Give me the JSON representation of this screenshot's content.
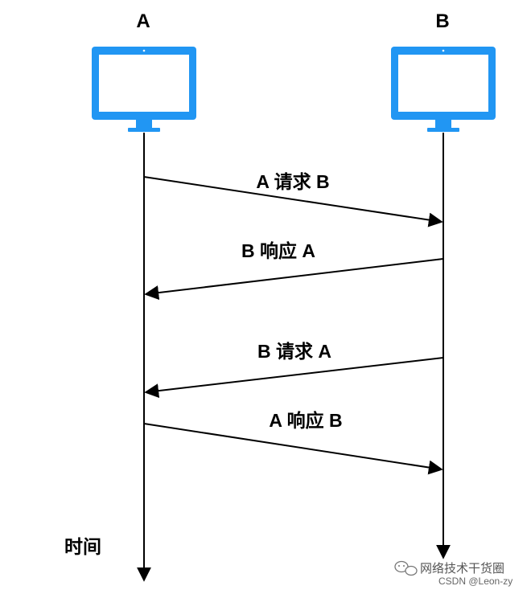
{
  "hosts": {
    "a_label": "A",
    "b_label": "B"
  },
  "messages": [
    {
      "label": "A 请求 B",
      "from": "A",
      "to": "B"
    },
    {
      "label": "B 响应 A",
      "from": "B",
      "to": "A"
    },
    {
      "label": "B 请求 A",
      "from": "B",
      "to": "A"
    },
    {
      "label": "A 响应 B",
      "from": "A",
      "to": "B"
    }
  ],
  "axis": {
    "time_label": "时间"
  },
  "watermark": {
    "line1": "网络技术干货圈",
    "line2": "CSDN @Leon-zy"
  },
  "colors": {
    "monitor": "#2196F3",
    "line": "#000000",
    "text": "#000000"
  },
  "icons": {
    "monitor": "monitor-icon",
    "wechat": "wechat-icon"
  }
}
